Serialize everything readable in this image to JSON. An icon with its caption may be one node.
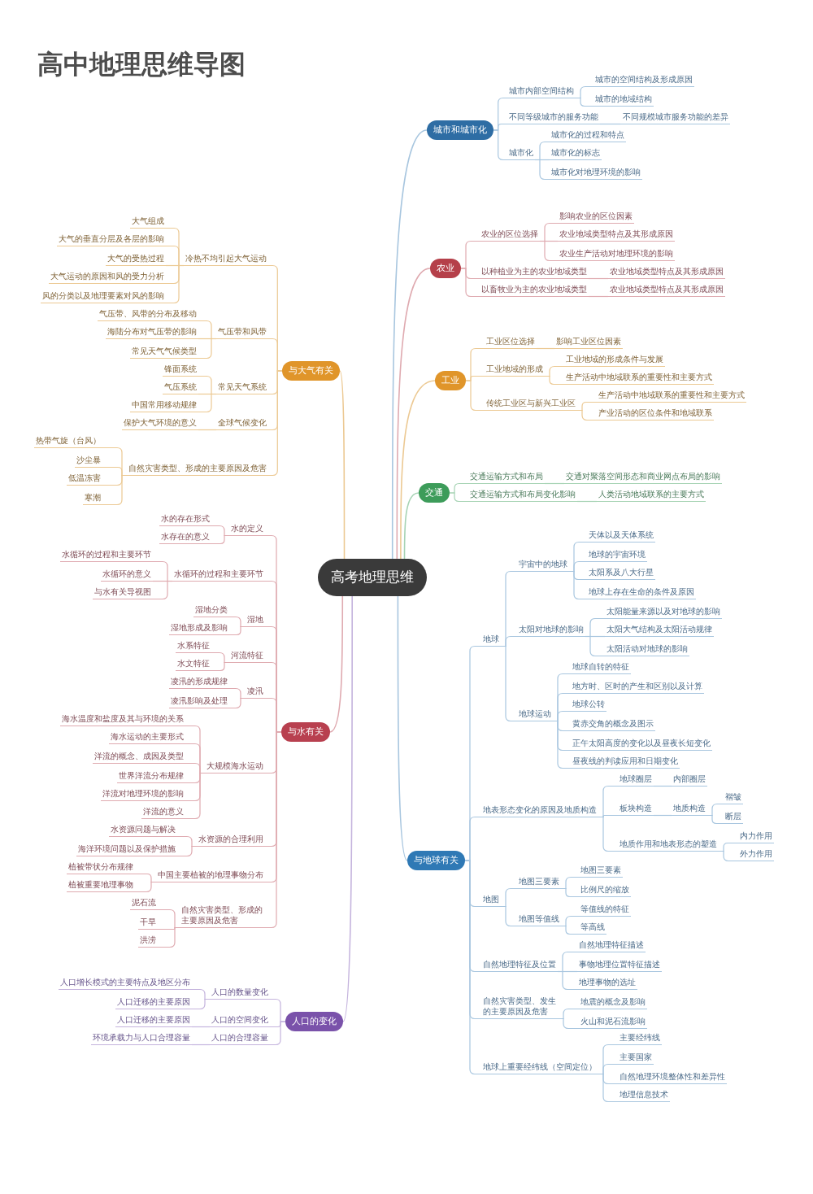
{
  "diagram": {
    "title": "高中地理思维导图",
    "nodes": [
      {
        "text": [
          "高考地理思维"
        ]
      },
      {
        "text": [
          "城市和城市化"
        ]
      },
      {
        "text": [
          "城市内部空间结构"
        ]
      },
      {
        "text": [
          "城市的空间结构及形成原因"
        ]
      },
      {
        "text": [
          "城市的地域结构"
        ]
      },
      {
        "text": [
          "不同等级城市的服务功能"
        ]
      },
      {
        "text": [
          "不同规模城市服务功能的差异"
        ]
      },
      {
        "text": [
          "城市化"
        ]
      },
      {
        "text": [
          "城市化的过程和特点"
        ]
      },
      {
        "text": [
          "城市化的标志"
        ]
      },
      {
        "text": [
          "城市化对地理环境的影响"
        ]
      },
      {
        "text": [
          "农业"
        ]
      },
      {
        "text": [
          "农业的区位选择"
        ]
      },
      {
        "text": [
          "影响农业的区位因素"
        ]
      },
      {
        "text": [
          "农业地域类型特点及其形成原因"
        ]
      },
      {
        "text": [
          "农业生产活动对地理环境的影响"
        ]
      },
      {
        "text": [
          "以种植业为主的农业地域类型"
        ]
      },
      {
        "text": [
          "农业地域类型特点及其形成原因"
        ]
      },
      {
        "text": [
          "以畜牧业为主的农业地域类型"
        ]
      },
      {
        "text": [
          "农业地域类型特点及其形成原因"
        ]
      },
      {
        "text": [
          "工业"
        ]
      },
      {
        "text": [
          "工业区位选择"
        ]
      },
      {
        "text": [
          "影响工业区位因素"
        ]
      },
      {
        "text": [
          "工业地域的形成"
        ]
      },
      {
        "text": [
          "工业地域的形成条件与发展"
        ]
      },
      {
        "text": [
          "生产活动中地域联系的重要性和主要方式"
        ]
      },
      {
        "text": [
          "传统工业区与新兴工业区"
        ]
      },
      {
        "text": [
          "生产活动中地域联系的重要性和主要方式"
        ]
      },
      {
        "text": [
          "产业活动的区位条件和地域联系"
        ]
      },
      {
        "text": [
          "交通"
        ]
      },
      {
        "text": [
          "交通运输方式和布局"
        ]
      },
      {
        "text": [
          "交通对聚落空间形态和商业网点布局的影响"
        ]
      },
      {
        "text": [
          "交通运输方式和布局变化影响"
        ]
      },
      {
        "text": [
          "人类活动地域联系的主要方式"
        ]
      },
      {
        "text": [
          "与地球有关"
        ]
      },
      {
        "text": [
          "地球"
        ]
      },
      {
        "text": [
          "宇宙中的地球"
        ]
      },
      {
        "text": [
          "天体以及天体系统"
        ]
      },
      {
        "text": [
          "地球的宇宙环境"
        ]
      },
      {
        "text": [
          "太阳系及八大行星"
        ]
      },
      {
        "text": [
          "地球上存在生命的条件及原因"
        ]
      },
      {
        "text": [
          "太阳对地球的影响"
        ]
      },
      {
        "text": [
          "太阳能量来源以及对地球的影响"
        ]
      },
      {
        "text": [
          "太阳大气结构及太阳活动规律"
        ]
      },
      {
        "text": [
          "太阳活动对地球的影响"
        ]
      },
      {
        "text": [
          "地球运动"
        ]
      },
      {
        "text": [
          "地球自转的特征"
        ]
      },
      {
        "text": [
          "地方时、区时的产生和区别以及计算"
        ]
      },
      {
        "text": [
          "地球公转"
        ]
      },
      {
        "text": [
          "黄赤交角的概念及图示"
        ]
      },
      {
        "text": [
          "正午太阳高度的变化以及昼夜长短变化"
        ]
      },
      {
        "text": [
          "昼夜线的判读应用和日期变化"
        ]
      },
      {
        "text": [
          "地表形态变化的原因及地质构造"
        ]
      },
      {
        "text": [
          "地球圈层"
        ]
      },
      {
        "text": [
          "内部圈层"
        ]
      },
      {
        "text": [
          "板块构造"
        ]
      },
      {
        "text": [
          "地质构造"
        ]
      },
      {
        "text": [
          "褶皱"
        ]
      },
      {
        "text": [
          "断层"
        ]
      },
      {
        "text": [
          "地质作用和地表形态的塑造"
        ]
      },
      {
        "text": [
          "内力作用"
        ]
      },
      {
        "text": [
          "外力作用"
        ]
      },
      {
        "text": [
          "地图"
        ]
      },
      {
        "text": [
          "地图三要素"
        ]
      },
      {
        "text": [
          "地图三要素"
        ]
      },
      {
        "text": [
          "比例尺的缩放"
        ]
      },
      {
        "text": [
          "地图等值线"
        ]
      },
      {
        "text": [
          "等值线的特征"
        ]
      },
      {
        "text": [
          "等高线"
        ]
      },
      {
        "text": [
          "自然地理特征及位置"
        ]
      },
      {
        "text": [
          "自然地理特征描述"
        ]
      },
      {
        "text": [
          "事物地理位置特征描述"
        ]
      },
      {
        "text": [
          "地理事物的选址"
        ]
      },
      {
        "text": [
          "自然灾害类型、发生的主要原因及危害"
        ]
      },
      {
        "text": [
          "地震的概念及影响"
        ]
      },
      {
        "text": [
          "火山和泥石流影响"
        ]
      },
      {
        "text": [
          "地球上重要经纬线（空间定位）"
        ]
      },
      {
        "text": [
          "主要经纬线"
        ]
      },
      {
        "text": [
          "主要国家"
        ]
      },
      {
        "text": [
          "自然地理环境整体性和差异性"
        ]
      },
      {
        "text": [
          "地理信息技术"
        ]
      },
      {
        "text": [
          "与大气有关"
        ]
      },
      {
        "text": [
          "冷热不均引起大气运动"
        ]
      },
      {
        "text": [
          "大气组成"
        ]
      },
      {
        "text": [
          "大气的垂直分层及各层的影响"
        ]
      },
      {
        "text": [
          "大气的受热过程"
        ]
      },
      {
        "text": [
          "大气运动的原因和风的受力分析"
        ]
      },
      {
        "text": [
          "风的分类以及地理要素对风的影响"
        ]
      },
      {
        "text": [
          "气压带和风带"
        ]
      },
      {
        "text": [
          "气压带、风带的分布及移动"
        ]
      },
      {
        "text": [
          "海陆分布对气压带的影响"
        ]
      },
      {
        "text": [
          "常见天气气候类型"
        ]
      },
      {
        "text": [
          "常见天气系统"
        ]
      },
      {
        "text": [
          "锋面系统"
        ]
      },
      {
        "text": [
          "气压系统"
        ]
      },
      {
        "text": [
          "中国常用移动规律"
        ]
      },
      {
        "text": [
          "全球气候变化"
        ]
      },
      {
        "text": [
          "保护大气环境的意义"
        ]
      },
      {
        "text": [
          "自然灾害类型、形成的主要原因及危害"
        ]
      },
      {
        "text": [
          "热带气旋（台风）"
        ]
      },
      {
        "text": [
          "沙尘暴"
        ]
      },
      {
        "text": [
          "低温冻害"
        ]
      },
      {
        "text": [
          "寒潮"
        ]
      },
      {
        "text": [
          "与水有关"
        ]
      },
      {
        "text": [
          "水的定义"
        ]
      },
      {
        "text": [
          "水的存在形式"
        ]
      },
      {
        "text": [
          "水存在的意义"
        ]
      },
      {
        "text": [
          "水循环的过程和主要环节"
        ]
      },
      {
        "text": [
          "水循环的过程和主要环节"
        ]
      },
      {
        "text": [
          "水循环的意义"
        ]
      },
      {
        "text": [
          "与水有关导视图"
        ]
      },
      {
        "text": [
          "湿地"
        ]
      },
      {
        "text": [
          "湿地分类"
        ]
      },
      {
        "text": [
          "湿地形成及影响"
        ]
      },
      {
        "text": [
          "河流特征"
        ]
      },
      {
        "text": [
          "水系特征"
        ]
      },
      {
        "text": [
          "水文特征"
        ]
      },
      {
        "text": [
          "凌汛"
        ]
      },
      {
        "text": [
          "凌汛的形成规律"
        ]
      },
      {
        "text": [
          "凌汛影响及处理"
        ]
      },
      {
        "text": [
          "大规模海水运动"
        ]
      },
      {
        "text": [
          "海水温度和盐度及其与环境的关系"
        ]
      },
      {
        "text": [
          "海水运动的主要形式"
        ]
      },
      {
        "text": [
          "洋流的概念、成因及类型"
        ]
      },
      {
        "text": [
          "世界洋流分布规律"
        ]
      },
      {
        "text": [
          "洋流对地理环境的影响"
        ]
      },
      {
        "text": [
          "洋流的意义"
        ]
      },
      {
        "text": [
          "水资源的合理利用"
        ]
      },
      {
        "text": [
          "水资源问题与解决"
        ]
      },
      {
        "text": [
          "海洋环境问题以及保护措施"
        ]
      },
      {
        "text": [
          "中国主要植被的地理事物分布"
        ]
      },
      {
        "text": [
          "植被带状分布规律"
        ]
      },
      {
        "text": [
          "植被重要地理事物"
        ]
      },
      {
        "text": [
          "自然灾害类型、形成的主要原因及危害"
        ]
      },
      {
        "text": [
          "泥石流"
        ]
      },
      {
        "text": [
          "干旱"
        ]
      },
      {
        "text": [
          "洪涝"
        ]
      },
      {
        "text": [
          "人口的变化"
        ]
      },
      {
        "text": [
          "人口的数量变化"
        ]
      },
      {
        "text": [
          "人口增长模式的主要特点及地区分布"
        ]
      },
      {
        "text": [
          "人口迁移的主要原因"
        ]
      },
      {
        "text": [
          "人口的空间变化"
        ]
      },
      {
        "text": [
          "人口迁移的主要原因"
        ]
      },
      {
        "text": [
          "人口的合理容量"
        ]
      },
      {
        "text": [
          "环境承载力与人口合理容量"
        ]
      }
    ],
    "edges": [
      {
        "from": 0,
        "to": 1,
        "arrow": "none",
        "color": "#a8c6df"
      },
      {
        "from": 1,
        "to": 2,
        "arrow": "none",
        "color": "#a8c6df"
      },
      {
        "from": 2,
        "to": 3,
        "arrow": "none",
        "color": "#a8c6df"
      },
      {
        "from": 2,
        "to": 4,
        "arrow": "none",
        "color": "#a8c6df"
      },
      {
        "from": 1,
        "to": 5,
        "arrow": "none",
        "color": "#a8c6df"
      },
      {
        "from": 5,
        "to": 6,
        "arrow": "none",
        "color": "#a8c6df"
      },
      {
        "from": 1,
        "to": 7,
        "arrow": "none",
        "color": "#a8c6df"
      },
      {
        "from": 7,
        "to": 8,
        "arrow": "none",
        "color": "#a8c6df"
      },
      {
        "from": 7,
        "to": 9,
        "arrow": "none",
        "color": "#a8c6df"
      },
      {
        "from": 7,
        "to": 10,
        "arrow": "none",
        "color": "#a8c6df"
      },
      {
        "from": 0,
        "to": 11,
        "arrow": "none",
        "color": "#dfaab0"
      },
      {
        "from": 11,
        "to": 12,
        "arrow": "none",
        "color": "#dfaab0"
      },
      {
        "from": 12,
        "to": 13,
        "arrow": "none",
        "color": "#dfaab0"
      },
      {
        "from": 12,
        "to": 14,
        "arrow": "none",
        "color": "#dfaab0"
      },
      {
        "from": 12,
        "to": 15,
        "arrow": "none",
        "color": "#dfaab0"
      },
      {
        "from": 11,
        "to": 16,
        "arrow": "none",
        "color": "#dfaab0"
      },
      {
        "from": 16,
        "to": 17,
        "arrow": "none",
        "color": "#dfaab0"
      },
      {
        "from": 11,
        "to": 18,
        "arrow": "none",
        "color": "#dfaab0"
      },
      {
        "from": 18,
        "to": 19,
        "arrow": "none",
        "color": "#dfaab0"
      },
      {
        "from": 0,
        "to": 20,
        "arrow": "none",
        "color": "#ecc993"
      },
      {
        "from": 20,
        "to": 21,
        "arrow": "none",
        "color": "#ecc993"
      },
      {
        "from": 21,
        "to": 22,
        "arrow": "none",
        "color": "#ecc993"
      },
      {
        "from": 20,
        "to": 23,
        "arrow": "none",
        "color": "#ecc993"
      },
      {
        "from": 23,
        "to": 24,
        "arrow": "none",
        "color": "#ecc993"
      },
      {
        "from": 23,
        "to": 25,
        "arrow": "none",
        "color": "#ecc993"
      },
      {
        "from": 20,
        "to": 26,
        "arrow": "none",
        "color": "#ecc993"
      },
      {
        "from": 26,
        "to": 27,
        "arrow": "none",
        "color": "#ecc993"
      },
      {
        "from": 26,
        "to": 28,
        "arrow": "none",
        "color": "#ecc993"
      },
      {
        "from": 0,
        "to": 29,
        "arrow": "none",
        "color": "#a6d3b4"
      },
      {
        "from": 29,
        "to": 30,
        "arrow": "none",
        "color": "#a6d3b4"
      },
      {
        "from": 30,
        "to": 31,
        "arrow": "none",
        "color": "#a6d3b4"
      },
      {
        "from": 29,
        "to": 32,
        "arrow": "none",
        "color": "#a6d3b4"
      },
      {
        "from": 32,
        "to": 33,
        "arrow": "none",
        "color": "#a6d3b4"
      },
      {
        "from": 0,
        "to": 34,
        "arrow": "none",
        "color": "#a8c6df"
      },
      {
        "from": 34,
        "to": 35,
        "arrow": "none",
        "color": "#a8c6df"
      },
      {
        "from": 35,
        "to": 36,
        "arrow": "none",
        "color": "#a8c6df"
      },
      {
        "from": 36,
        "to": 37,
        "arrow": "none",
        "color": "#a8c6df"
      },
      {
        "from": 36,
        "to": 38,
        "arrow": "none",
        "color": "#a8c6df"
      },
      {
        "from": 36,
        "to": 39,
        "arrow": "none",
        "color": "#a8c6df"
      },
      {
        "from": 36,
        "to": 40,
        "arrow": "none",
        "color": "#a8c6df"
      },
      {
        "from": 35,
        "to": 41,
        "arrow": "none",
        "color": "#a8c6df"
      },
      {
        "from": 41,
        "to": 42,
        "arrow": "none",
        "color": "#a8c6df"
      },
      {
        "from": 41,
        "to": 43,
        "arrow": "none",
        "color": "#a8c6df"
      },
      {
        "from": 41,
        "to": 44,
        "arrow": "none",
        "color": "#a8c6df"
      },
      {
        "from": 35,
        "to": 45,
        "arrow": "none",
        "color": "#a8c6df"
      },
      {
        "from": 45,
        "to": 46,
        "arrow": "none",
        "color": "#a8c6df"
      },
      {
        "from": 45,
        "to": 47,
        "arrow": "none",
        "color": "#a8c6df"
      },
      {
        "from": 45,
        "to": 48,
        "arrow": "none",
        "color": "#a8c6df"
      },
      {
        "from": 45,
        "to": 49,
        "arrow": "none",
        "color": "#a8c6df"
      },
      {
        "from": 45,
        "to": 50,
        "arrow": "none",
        "color": "#a8c6df"
      },
      {
        "from": 45,
        "to": 51,
        "arrow": "none",
        "color": "#a8c6df"
      },
      {
        "from": 34,
        "to": 52,
        "arrow": "none",
        "color": "#a8c6df"
      },
      {
        "from": 52,
        "to": 53,
        "arrow": "none",
        "color": "#a8c6df"
      },
      {
        "from": 53,
        "to": 54,
        "arrow": "none",
        "color": "#a8c6df"
      },
      {
        "from": 52,
        "to": 55,
        "arrow": "none",
        "color": "#a8c6df"
      },
      {
        "from": 55,
        "to": 56,
        "arrow": "none",
        "color": "#a8c6df"
      },
      {
        "from": 56,
        "to": 57,
        "arrow": "none",
        "color": "#a8c6df"
      },
      {
        "from": 56,
        "to": 58,
        "arrow": "none",
        "color": "#a8c6df"
      },
      {
        "from": 52,
        "to": 59,
        "arrow": "none",
        "color": "#a8c6df"
      },
      {
        "from": 59,
        "to": 60,
        "arrow": "none",
        "color": "#a8c6df"
      },
      {
        "from": 59,
        "to": 61,
        "arrow": "none",
        "color": "#a8c6df"
      },
      {
        "from": 34,
        "to": 62,
        "arrow": "none",
        "color": "#a8c6df"
      },
      {
        "from": 62,
        "to": 63,
        "arrow": "none",
        "color": "#a8c6df"
      },
      {
        "from": 63,
        "to": 64,
        "arrow": "none",
        "color": "#a8c6df"
      },
      {
        "from": 63,
        "to": 65,
        "arrow": "none",
        "color": "#a8c6df"
      },
      {
        "from": 62,
        "to": 66,
        "arrow": "none",
        "color": "#a8c6df"
      },
      {
        "from": 66,
        "to": 67,
        "arrow": "none",
        "color": "#a8c6df"
      },
      {
        "from": 66,
        "to": 68,
        "arrow": "none",
        "color": "#a8c6df"
      },
      {
        "from": 34,
        "to": 69,
        "arrow": "none",
        "color": "#a8c6df"
      },
      {
        "from": 69,
        "to": 70,
        "arrow": "none",
        "color": "#a8c6df"
      },
      {
        "from": 69,
        "to": 71,
        "arrow": "none",
        "color": "#a8c6df"
      },
      {
        "from": 69,
        "to": 72,
        "arrow": "none",
        "color": "#a8c6df"
      },
      {
        "from": 34,
        "to": 73,
        "arrow": "none",
        "color": "#a8c6df"
      },
      {
        "from": 73,
        "to": 74,
        "arrow": "none",
        "color": "#a8c6df"
      },
      {
        "from": 73,
        "to": 75,
        "arrow": "none",
        "color": "#a8c6df"
      },
      {
        "from": 34,
        "to": 76,
        "arrow": "none",
        "color": "#a8c6df"
      },
      {
        "from": 76,
        "to": 77,
        "arrow": "none",
        "color": "#a8c6df"
      },
      {
        "from": 76,
        "to": 78,
        "arrow": "none",
        "color": "#a8c6df"
      },
      {
        "from": 76,
        "to": 79,
        "arrow": "none",
        "color": "#a8c6df"
      },
      {
        "from": 76,
        "to": 80,
        "arrow": "none",
        "color": "#a8c6df"
      },
      {
        "from": 0,
        "to": 81,
        "arrow": "none",
        "color": "#ecc993"
      },
      {
        "from": 81,
        "to": 82,
        "arrow": "none",
        "color": "#ecc993"
      },
      {
        "from": 82,
        "to": 83,
        "arrow": "none",
        "color": "#ecc993"
      },
      {
        "from": 82,
        "to": 84,
        "arrow": "none",
        "color": "#ecc993"
      },
      {
        "from": 82,
        "to": 85,
        "arrow": "none",
        "color": "#ecc993"
      },
      {
        "from": 82,
        "to": 86,
        "arrow": "none",
        "color": "#ecc993"
      },
      {
        "from": 82,
        "to": 87,
        "arrow": "none",
        "color": "#ecc993"
      },
      {
        "from": 81,
        "to": 88,
        "arrow": "none",
        "color": "#ecc993"
      },
      {
        "from": 88,
        "to": 89,
        "arrow": "none",
        "color": "#ecc993"
      },
      {
        "from": 88,
        "to": 90,
        "arrow": "none",
        "color": "#ecc993"
      },
      {
        "from": 88,
        "to": 91,
        "arrow": "none",
        "color": "#ecc993"
      },
      {
        "from": 81,
        "to": 92,
        "arrow": "none",
        "color": "#ecc993"
      },
      {
        "from": 92,
        "to": 93,
        "arrow": "none",
        "color": "#ecc993"
      },
      {
        "from": 92,
        "to": 94,
        "arrow": "none",
        "color": "#ecc993"
      },
      {
        "from": 92,
        "to": 95,
        "arrow": "none",
        "color": "#ecc993"
      },
      {
        "from": 81,
        "to": 96,
        "arrow": "none",
        "color": "#ecc993"
      },
      {
        "from": 96,
        "to": 97,
        "arrow": "none",
        "color": "#ecc993"
      },
      {
        "from": 81,
        "to": 98,
        "arrow": "none",
        "color": "#ecc993"
      },
      {
        "from": 98,
        "to": 99,
        "arrow": "none",
        "color": "#ecc993"
      },
      {
        "from": 98,
        "to": 100,
        "arrow": "none",
        "color": "#ecc993"
      },
      {
        "from": 98,
        "to": 101,
        "arrow": "none",
        "color": "#ecc993"
      },
      {
        "from": 98,
        "to": 102,
        "arrow": "none",
        "color": "#ecc993"
      },
      {
        "from": 0,
        "to": 103,
        "arrow": "none",
        "color": "#dfaab0"
      },
      {
        "from": 103,
        "to": 104,
        "arrow": "none",
        "color": "#dfaab0"
      },
      {
        "from": 104,
        "to": 105,
        "arrow": "none",
        "color": "#dfaab0"
      },
      {
        "from": 104,
        "to": 106,
        "arrow": "none",
        "color": "#dfaab0"
      },
      {
        "from": 103,
        "to": 107,
        "arrow": "none",
        "color": "#dfaab0"
      },
      {
        "from": 107,
        "to": 108,
        "arrow": "none",
        "color": "#dfaab0"
      },
      {
        "from": 107,
        "to": 109,
        "arrow": "none",
        "color": "#dfaab0"
      },
      {
        "from": 107,
        "to": 110,
        "arrow": "none",
        "color": "#dfaab0"
      },
      {
        "from": 103,
        "to": 111,
        "arrow": "none",
        "color": "#dfaab0"
      },
      {
        "from": 111,
        "to": 112,
        "arrow": "none",
        "color": "#dfaab0"
      },
      {
        "from": 111,
        "to": 113,
        "arrow": "none",
        "color": "#dfaab0"
      },
      {
        "from": 103,
        "to": 114,
        "arrow": "none",
        "color": "#dfaab0"
      },
      {
        "from": 114,
        "to": 115,
        "arrow": "none",
        "color": "#dfaab0"
      },
      {
        "from": 114,
        "to": 116,
        "arrow": "none",
        "color": "#dfaab0"
      },
      {
        "from": 103,
        "to": 117,
        "arrow": "none",
        "color": "#dfaab0"
      },
      {
        "from": 117,
        "to": 118,
        "arrow": "none",
        "color": "#dfaab0"
      },
      {
        "from": 117,
        "to": 119,
        "arrow": "none",
        "color": "#dfaab0"
      },
      {
        "from": 103,
        "to": 120,
        "arrow": "none",
        "color": "#dfaab0"
      },
      {
        "from": 120,
        "to": 121,
        "arrow": "none",
        "color": "#dfaab0"
      },
      {
        "from": 120,
        "to": 122,
        "arrow": "none",
        "color": "#dfaab0"
      },
      {
        "from": 120,
        "to": 123,
        "arrow": "none",
        "color": "#dfaab0"
      },
      {
        "from": 120,
        "to": 124,
        "arrow": "none",
        "color": "#dfaab0"
      },
      {
        "from": 120,
        "to": 125,
        "arrow": "none",
        "color": "#dfaab0"
      },
      {
        "from": 120,
        "to": 126,
        "arrow": "none",
        "color": "#dfaab0"
      },
      {
        "from": 103,
        "to": 127,
        "arrow": "none",
        "color": "#dfaab0"
      },
      {
        "from": 127,
        "to": 128,
        "arrow": "none",
        "color": "#dfaab0"
      },
      {
        "from": 127,
        "to": 129,
        "arrow": "none",
        "color": "#dfaab0"
      },
      {
        "from": 103,
        "to": 130,
        "arrow": "none",
        "color": "#dfaab0"
      },
      {
        "from": 130,
        "to": 131,
        "arrow": "none",
        "color": "#dfaab0"
      },
      {
        "from": 130,
        "to": 132,
        "arrow": "none",
        "color": "#dfaab0"
      },
      {
        "from": 103,
        "to": 133,
        "arrow": "none",
        "color": "#dfaab0"
      },
      {
        "from": 133,
        "to": 134,
        "arrow": "none",
        "color": "#dfaab0"
      },
      {
        "from": 133,
        "to": 135,
        "arrow": "none",
        "color": "#dfaab0"
      },
      {
        "from": 133,
        "to": 136,
        "arrow": "none",
        "color": "#dfaab0"
      },
      {
        "from": 0,
        "to": 137,
        "arrow": "none",
        "color": "#c4b3dd"
      },
      {
        "from": 137,
        "to": 138,
        "arrow": "none",
        "color": "#c4b3dd"
      },
      {
        "from": 138,
        "to": 139,
        "arrow": "none",
        "color": "#c4b3dd"
      },
      {
        "from": 138,
        "to": 140,
        "arrow": "none",
        "color": "#c4b3dd"
      },
      {
        "from": 137,
        "to": 141,
        "arrow": "none",
        "color": "#c4b3dd"
      },
      {
        "from": 141,
        "to": 142,
        "arrow": "none",
        "color": "#c4b3dd"
      },
      {
        "from": 137,
        "to": 143,
        "arrow": "none",
        "color": "#c4b3dd"
      },
      {
        "from": 143,
        "to": 144,
        "arrow": "none",
        "color": "#c4b3dd"
      }
    ]
  }
}
